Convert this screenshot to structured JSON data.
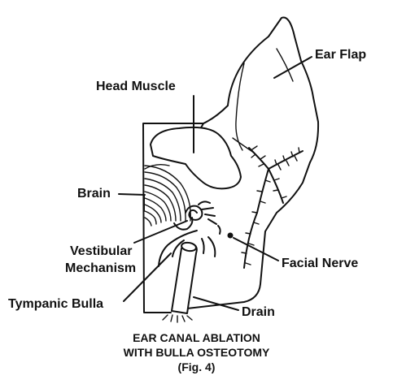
{
  "labels": {
    "ear_flap": "Ear Flap",
    "head_muscle": "Head Muscle",
    "brain": "Brain",
    "vestibular_line1": "Vestibular",
    "vestibular_line2": "Mechanism",
    "facial_nerve": "Facial Nerve",
    "tympanic_bulla": "Tympanic Bulla",
    "drain": "Drain"
  },
  "caption": {
    "line1": "EAR CANAL ABLATION",
    "line2": "WITH BULLA OSTEOTOMY",
    "line3": "(Fig. 4)"
  }
}
